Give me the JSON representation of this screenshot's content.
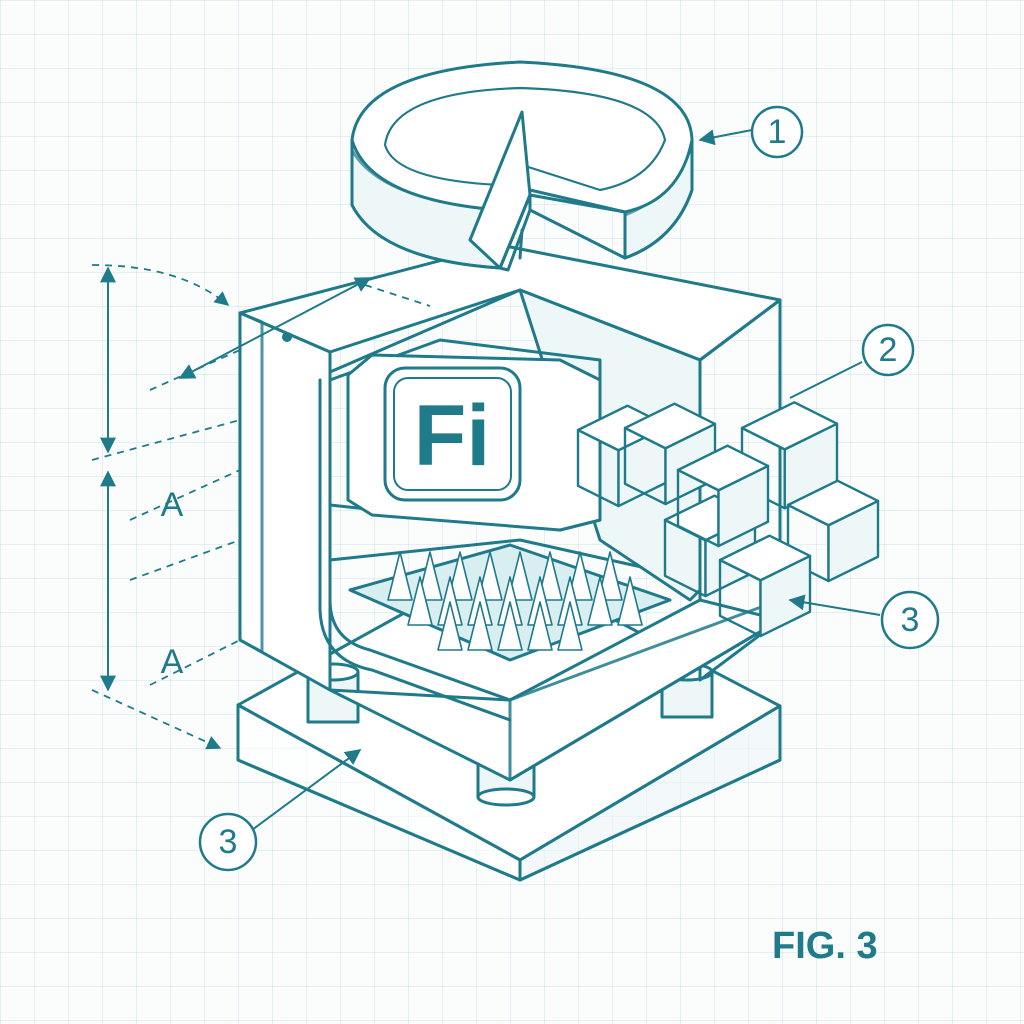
{
  "figure": {
    "label": "FIG. 3",
    "logo_text": "Fi",
    "colors": {
      "ink": "#1f7a8a",
      "paper": "#fbfdfd",
      "grid": "#d8ecef"
    }
  },
  "callouts": [
    {
      "id": "c1",
      "text": "1"
    },
    {
      "id": "c2",
      "text": "2"
    },
    {
      "id": "c3a",
      "text": "3"
    },
    {
      "id": "c3b",
      "text": "3"
    }
  ],
  "dimensions": [
    {
      "id": "dimA1",
      "text": "A"
    },
    {
      "id": "dimA2",
      "text": "A"
    }
  ]
}
